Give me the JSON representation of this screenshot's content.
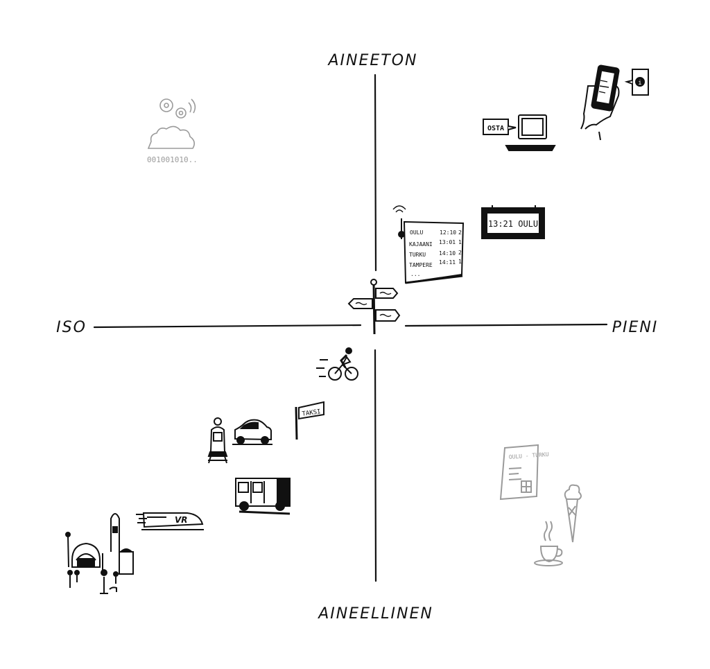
{
  "axes": {
    "top": "AINEETON",
    "bottom": "AINEELLINEN",
    "left": "ISO",
    "right": "PIENI"
  },
  "icons": {
    "cloud_binary": "001001010..",
    "buy_label": "OSTA",
    "info_label": "i",
    "departure_board": {
      "rows": [
        {
          "city": "OULU",
          "time": "12:10",
          "track": "2"
        },
        {
          "city": "KAJAANI",
          "time": "13:01",
          "track": "1"
        },
        {
          "city": "TURKU",
          "time": "14:10",
          "track": "2"
        },
        {
          "city": "TAMPERE",
          "time": "14:11",
          "track": "1"
        }
      ],
      "more": "..."
    },
    "digital_sign": "13:21 OULU",
    "taxi_sign": "TAKSI",
    "train_logo": "VR",
    "ticket": "OULU - TURKU"
  },
  "colors": {
    "ink": "#111111",
    "faint": "#9a9a9a"
  }
}
